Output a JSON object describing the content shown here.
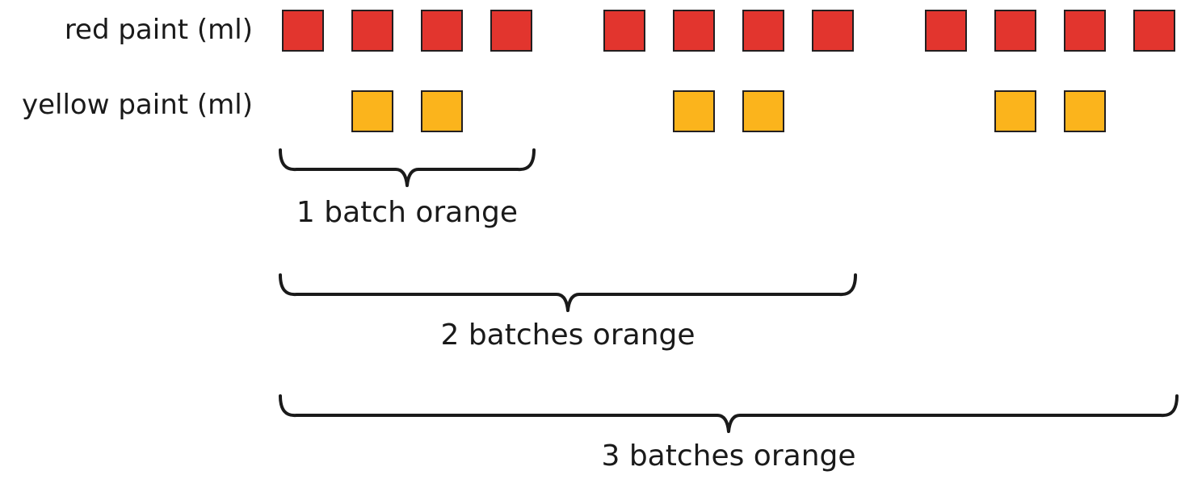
{
  "rows": {
    "red": {
      "label": "red paint (ml)",
      "color": "#e2352e"
    },
    "yellow": {
      "label": "yellow paint (ml)",
      "color": "#fbb41c"
    }
  },
  "batches": [
    {
      "red_ml": 4,
      "yellow_ml": 2
    },
    {
      "red_ml": 4,
      "yellow_ml": 2
    },
    {
      "red_ml": 4,
      "yellow_ml": 2
    }
  ],
  "braces": [
    {
      "label": "1 batch orange",
      "batches": 1
    },
    {
      "label": "2 batches orange",
      "batches": 2
    },
    {
      "label": "3 batches orange",
      "batches": 3
    }
  ]
}
